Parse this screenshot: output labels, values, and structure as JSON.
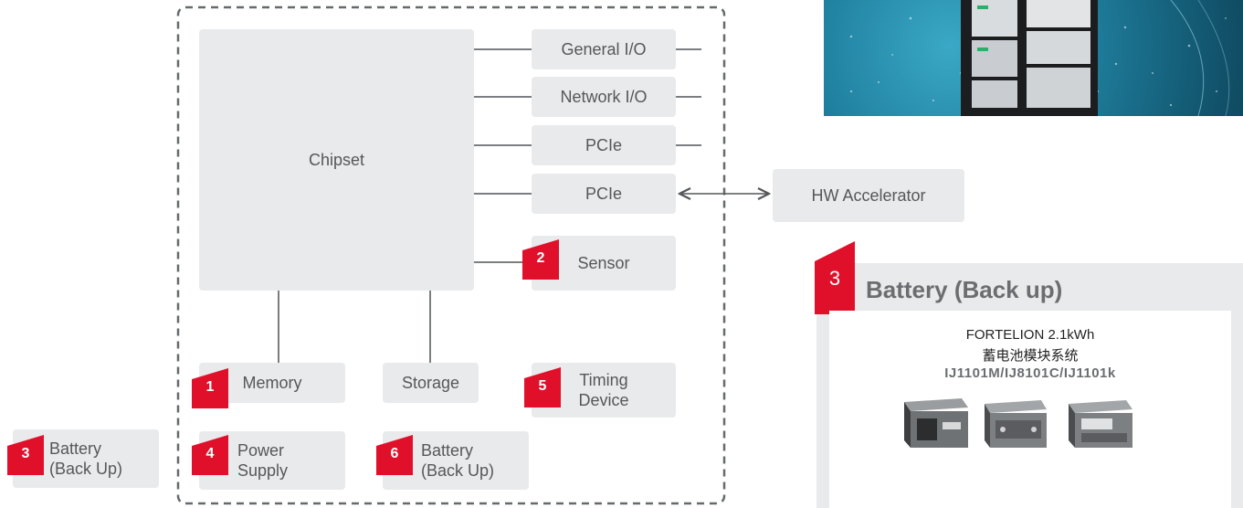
{
  "diagram": {
    "chipset": "Chipset",
    "io_blocks": [
      "General I/O",
      "Network I/O",
      "PCIe",
      "PCIe"
    ],
    "hw_accelerator": "HW Accelerator",
    "sensor": "Sensor",
    "memory": "Memory",
    "storage": "Storage",
    "timing_device": "Timing\nDevice",
    "power_supply": "Power\nSupply",
    "battery_inner": "Battery\n(Back Up)",
    "battery_outer": "Battery\n(Back Up)",
    "badges": {
      "sensor": "2",
      "memory": "1",
      "timing": "5",
      "power": "4",
      "battery_inner": "6",
      "battery_outer": "3"
    },
    "accent_color": "#e0102b"
  },
  "product_panel": {
    "badge": "3",
    "title": "Battery (Back up)",
    "product_name": "FORTELION 2.1kWh",
    "product_subtitle": "蓄电池模块系统",
    "model_numbers": "IJ1101M/IJ8101C/IJ1101k"
  }
}
